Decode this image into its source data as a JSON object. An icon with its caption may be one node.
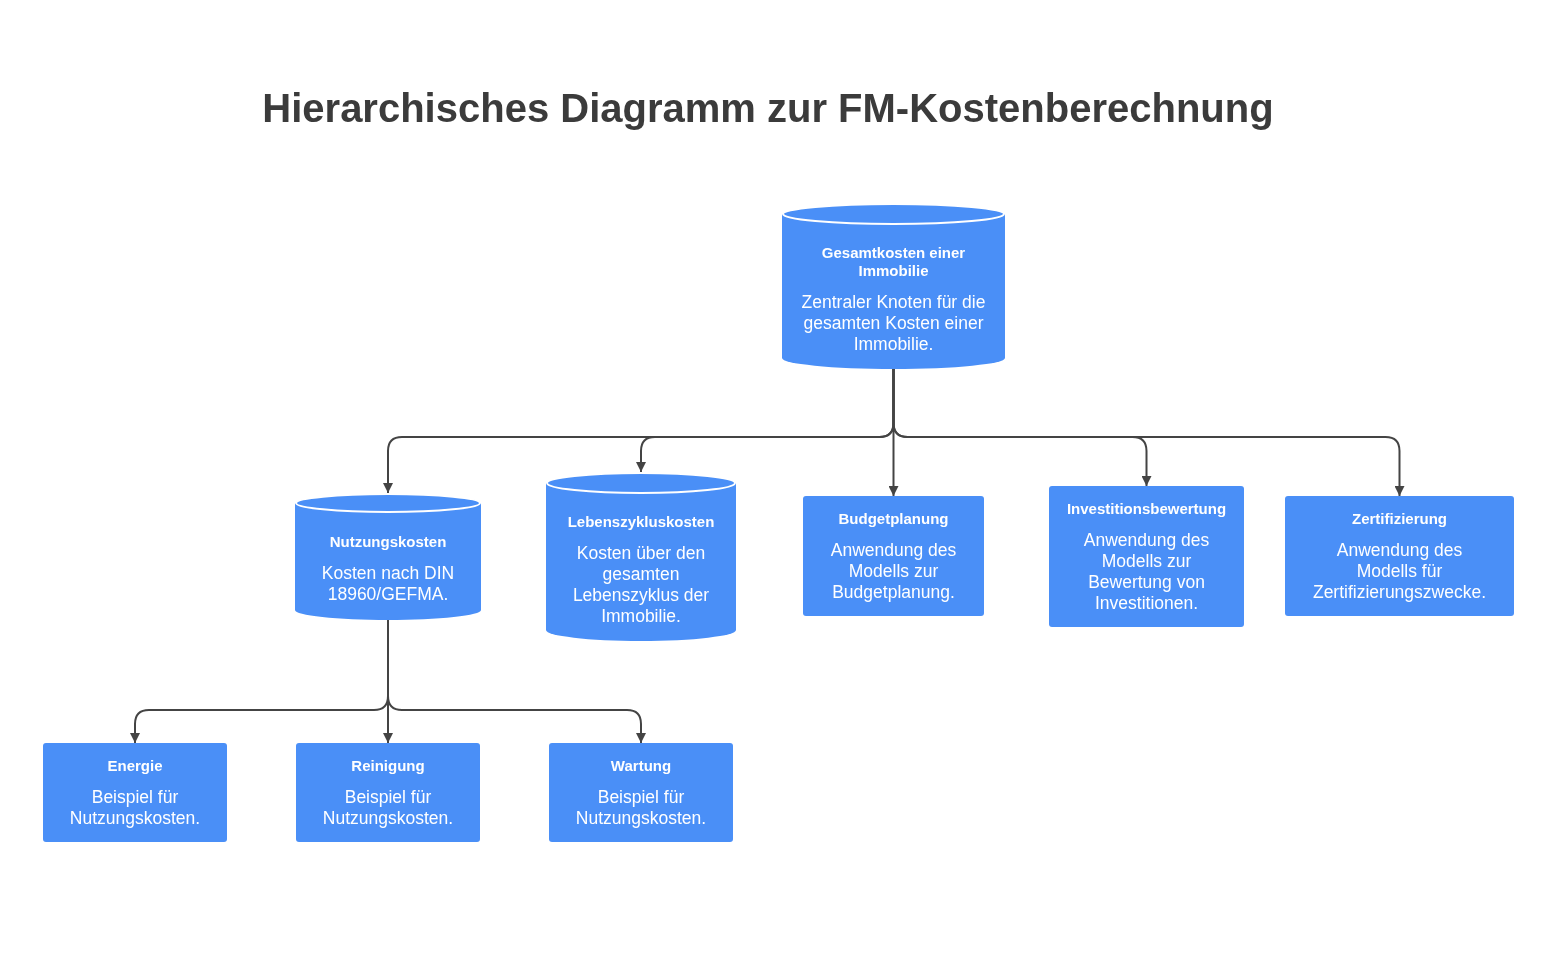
{
  "diagram": {
    "title": "Hierarchisches Diagramm zur FM-Kostenberechnung",
    "nodes": [
      {
        "text": [
          "Gesamtkosten einer Immobilie",
          "Zentraler Knoten für die gesamten Kosten einer Immobilie."
        ]
      },
      {
        "text": [
          "Nutzungskosten",
          "Kosten nach DIN 18960/GEFMA."
        ]
      },
      {
        "text": [
          "Lebenszykluskosten",
          "Kosten über den gesamten Lebenszyklus der Immobilie."
        ]
      },
      {
        "text": [
          "Budgetplanung",
          "Anwendung des Modells zur Budgetplanung."
        ]
      },
      {
        "text": [
          "Investitionsbewertung",
          "Anwendung des Modells zur Bewertung von Investitionen."
        ]
      },
      {
        "text": [
          "Zertifizierung",
          "Anwendung des Modells für Zertifizierungszwecke."
        ]
      },
      {
        "text": [
          "Energie",
          "Beispiel für Nutzungskosten."
        ]
      },
      {
        "text": [
          "Reinigung",
          "Beispiel für Nutzungskosten."
        ]
      },
      {
        "text": [
          "Wartung",
          "Beispiel für Nutzungskosten."
        ]
      }
    ],
    "edges": [
      {
        "from": 0,
        "to": 1,
        "arrow": "to"
      },
      {
        "from": 0,
        "to": 2,
        "arrow": "to"
      },
      {
        "from": 0,
        "to": 3,
        "arrow": "to"
      },
      {
        "from": 0,
        "to": 4,
        "arrow": "to"
      },
      {
        "from": 0,
        "to": 5,
        "arrow": "to"
      },
      {
        "from": 1,
        "to": 6,
        "arrow": "to"
      },
      {
        "from": 1,
        "to": 7,
        "arrow": "to"
      },
      {
        "from": 1,
        "to": 8,
        "arrow": "to"
      }
    ]
  }
}
